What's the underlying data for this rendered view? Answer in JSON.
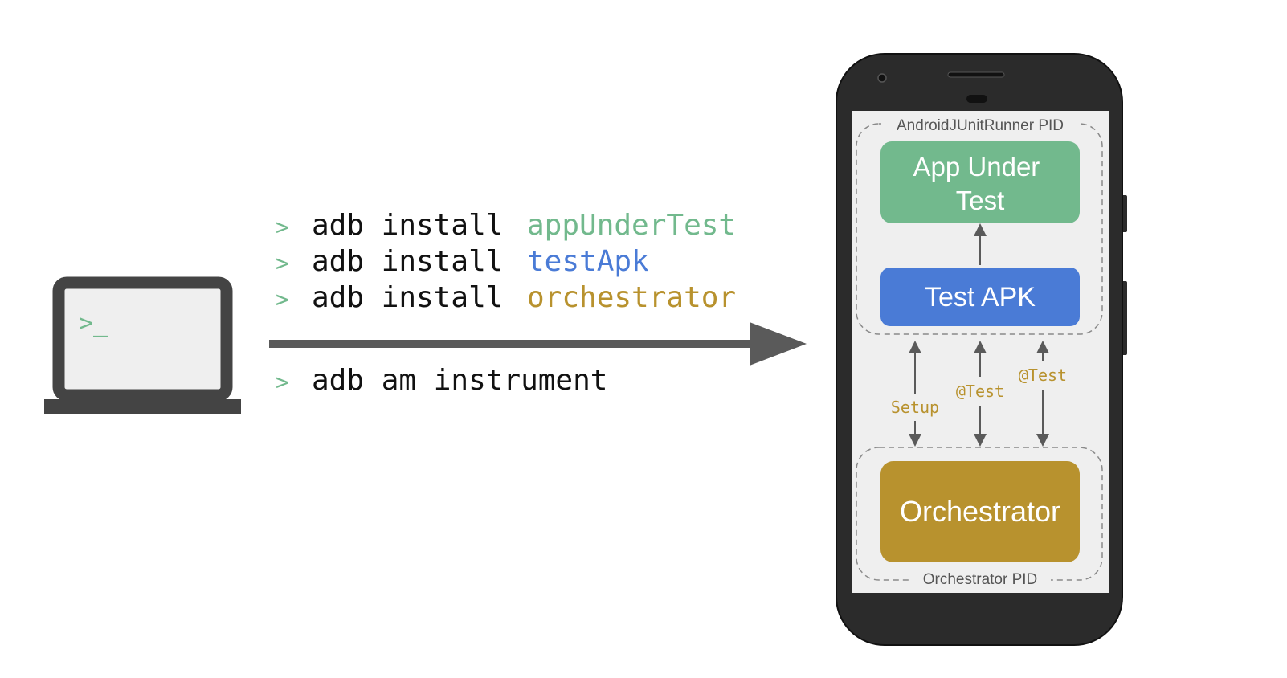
{
  "terminal": {
    "prompt_glyph": ">_",
    "icon": "laptop-terminal-icon"
  },
  "commands": {
    "prompt": ">",
    "install_lines": [
      {
        "cmd": "adb install",
        "arg": "appUnderTest"
      },
      {
        "cmd": "adb install",
        "arg": "testApk"
      },
      {
        "cmd": "adb install",
        "arg": "orchestrator"
      }
    ],
    "instrument_line": {
      "cmd": "adb am instrument"
    }
  },
  "phone": {
    "runner_label": "AndroidJUnitRunner PID",
    "app_under_test_line1": "App Under",
    "app_under_test_line2": "Test",
    "test_apk": "Test APK",
    "orchestrator": "Orchestrator",
    "orchestrator_label": "Orchestrator PID",
    "arrow_labels": {
      "setup": "Setup",
      "test_middle": "@Test",
      "test_right": "@Test"
    }
  },
  "colors": {
    "green": "#72b98d",
    "blue": "#4a7bd6",
    "gold": "#b8922e",
    "text": "#111111",
    "gray": "#5a5a5a",
    "phone_body": "#2b2b2b",
    "screen": "#efefef"
  }
}
